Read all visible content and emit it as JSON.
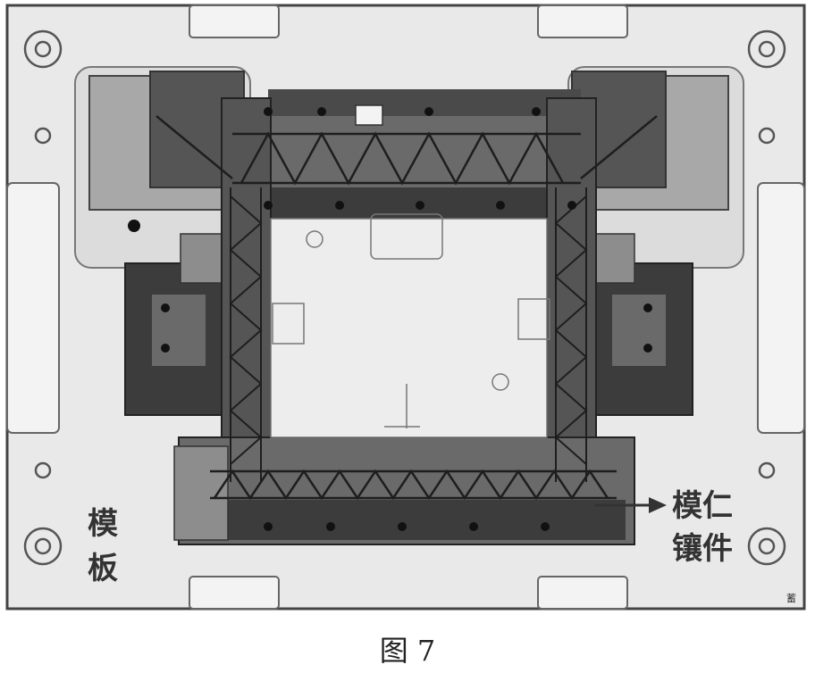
{
  "labels": {
    "plate_line1": "模",
    "plate_line2": "板",
    "insert_line1": "模仁",
    "insert_line2": "镶件",
    "corner_mark": "蓄"
  },
  "caption": "图 7",
  "colors": {
    "background": "#ffffff",
    "plate_fill": "#e9e9e9",
    "outline": "#555555",
    "insert_dark": "#3c3c3c",
    "insert_mid": "#6a6a6a",
    "insert_light": "#a8a8a8"
  }
}
